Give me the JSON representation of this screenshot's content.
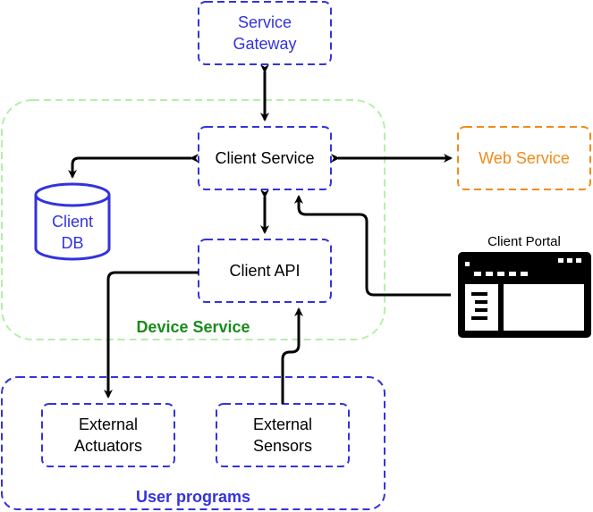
{
  "colors": {
    "blue": "#3333dd",
    "green_dash": "#b3f0a8",
    "green_text": "#1a8c1a",
    "orange": "#f08c1a",
    "black": "#000000"
  },
  "nodes": {
    "service_gateway": [
      "Service",
      "Gateway"
    ],
    "client_service": "Client Service",
    "web_service": "Web Service",
    "client_db": [
      "Client",
      "DB"
    ],
    "client_api": "Client API",
    "client_portal": "Client Portal",
    "external_actuators": [
      "External",
      "Actuators"
    ],
    "external_sensors": [
      "External",
      "Sensors"
    ]
  },
  "groups": {
    "device_service": "Device Service",
    "user_programs": "User programs"
  },
  "icons": {
    "client_db": "database-cylinder-icon",
    "client_portal": "browser-window-icon"
  }
}
